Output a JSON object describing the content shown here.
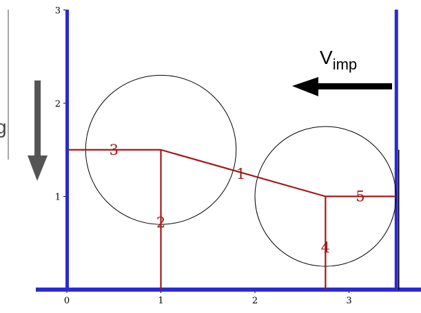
{
  "colors": {
    "wall": "#2b2bd0",
    "floor": "#2b2bd0",
    "spring": "#a01818",
    "disk": "#000000",
    "arrow": "#000000",
    "gravity_arrow": "#555555",
    "axis": "#000000",
    "panel_line": "#888888"
  },
  "axes": {
    "x_ticks": [
      {
        "value": 0,
        "label": "0"
      },
      {
        "value": 1,
        "label": "1"
      },
      {
        "value": 2,
        "label": "2"
      },
      {
        "value": 3,
        "label": "3"
      }
    ],
    "y_ticks": [
      {
        "value": 1,
        "label": "1"
      },
      {
        "value": 2,
        "label": "2"
      },
      {
        "value": 3,
        "label": "3"
      }
    ],
    "xlim": [
      -0.33,
      3.8
    ],
    "ylim": [
      -0.05,
      3.0
    ]
  },
  "walls": {
    "left_x": 0,
    "right_x": 3.5
  },
  "disks": [
    {
      "name": "disk-left",
      "cx": 1.0,
      "cy": 1.5,
      "r": 0.8
    },
    {
      "name": "disk-right",
      "cx": 2.75,
      "cy": 1.0,
      "r": 0.75
    }
  ],
  "springs": [
    {
      "label": "1",
      "x1": 1.0,
      "y1": 1.5,
      "x2": 2.75,
      "y2": 1.0,
      "label_x": 1.85,
      "label_y": 1.24
    },
    {
      "label": "2",
      "x1": 1.0,
      "y1": 1.5,
      "x2": 1.0,
      "y2": 0.0,
      "label_x": 1.0,
      "label_y": 0.72
    },
    {
      "label": "3",
      "x1": 0.0,
      "y1": 1.5,
      "x2": 1.0,
      "y2": 1.5,
      "label_x": 0.5,
      "label_y": 1.5
    },
    {
      "label": "4",
      "x1": 2.75,
      "y1": 1.0,
      "x2": 2.75,
      "y2": 0.0,
      "label_x": 2.75,
      "label_y": 0.45
    },
    {
      "label": "5",
      "x1": 2.75,
      "y1": 1.0,
      "x2": 3.5,
      "y2": 1.0,
      "label_x": 3.12,
      "label_y": 1.0
    }
  ],
  "gravity": {
    "label": "g"
  },
  "impact": {
    "label_main": "V",
    "label_sub": "imp"
  }
}
